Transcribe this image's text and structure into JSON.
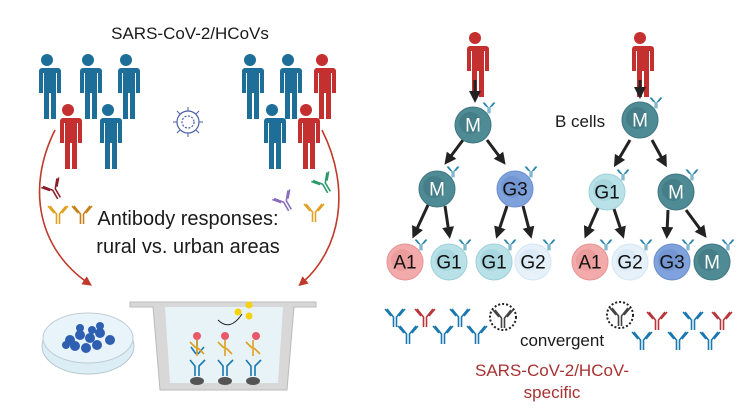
{
  "top_title": "SARS-CoV-2/HCoVs",
  "antibody_text": [
    "Antibody responses:",
    "rural vs. urban areas"
  ],
  "b_cells_label": "B cells",
  "convergent_label": "convergent",
  "specific_label": [
    "SARS-CoV-2/HCoV-",
    "specific"
  ],
  "colors": {
    "blue_person": "#1d6f99",
    "red_person": "#c4302f",
    "arrow_red": "#c0392b",
    "text_red": "#a83232"
  },
  "tree_left": {
    "root": "M",
    "level2": [
      "M",
      "G3"
    ],
    "level3": [
      "A1",
      "G1",
      "G1",
      "G2"
    ]
  },
  "tree_right": {
    "root": "M",
    "level2": [
      "G1",
      "M"
    ],
    "level3": [
      "A1",
      "G2",
      "G3",
      "M"
    ]
  }
}
